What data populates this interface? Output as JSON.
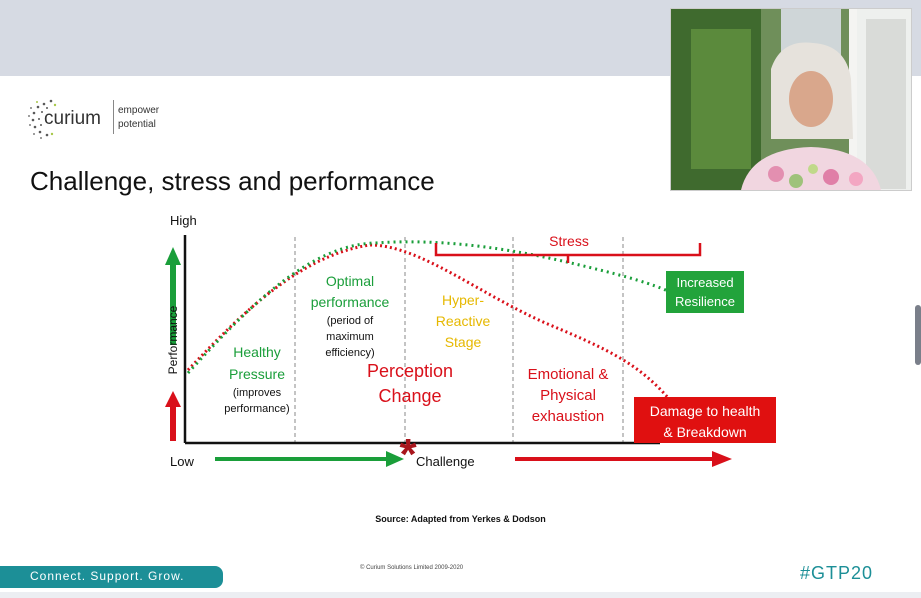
{
  "logo": {
    "name": "curium",
    "tagline_1": "empower",
    "tagline_2": "potential"
  },
  "slide": {
    "title": "Challenge, stress and performance"
  },
  "diagram": {
    "y_high": "High",
    "y_label": "Performance",
    "x_low": "Low",
    "x_label": "Challenge",
    "healthy_1": "Healthy",
    "healthy_2": "Pressure",
    "healthy_3": "(improves",
    "healthy_4": "performance)",
    "optimal_1": "Optimal",
    "optimal_2": "performance",
    "optimal_3": "(period of",
    "optimal_4": "maximum",
    "optimal_5": "efficiency)",
    "hyper_1": "Hyper-",
    "hyper_2": "Reactive",
    "hyper_3": "Stage",
    "perception_1": "Perception",
    "perception_2": "Change",
    "emotional_1": "Emotional &",
    "emotional_2": "Physical",
    "emotional_3": "exhaustion",
    "stress": "Stress",
    "resilience_1": "Increased",
    "resilience_2": "Resilience",
    "damage_1": "Damage to health",
    "damage_2": "& Breakdown",
    "star": "*",
    "colors": {
      "green": "#1a9e3a",
      "red": "#d9101a",
      "yellow": "#e6b800",
      "box_green": "#22a33b",
      "box_red": "#e01010"
    }
  },
  "source": "Source: Adapted from Yerkes & Dodson",
  "copyright": "© Curium Solutions Limited 2009-2020",
  "footer": {
    "tagline": "Connect. Support. Grow.",
    "hashtag": "#GTP20"
  }
}
